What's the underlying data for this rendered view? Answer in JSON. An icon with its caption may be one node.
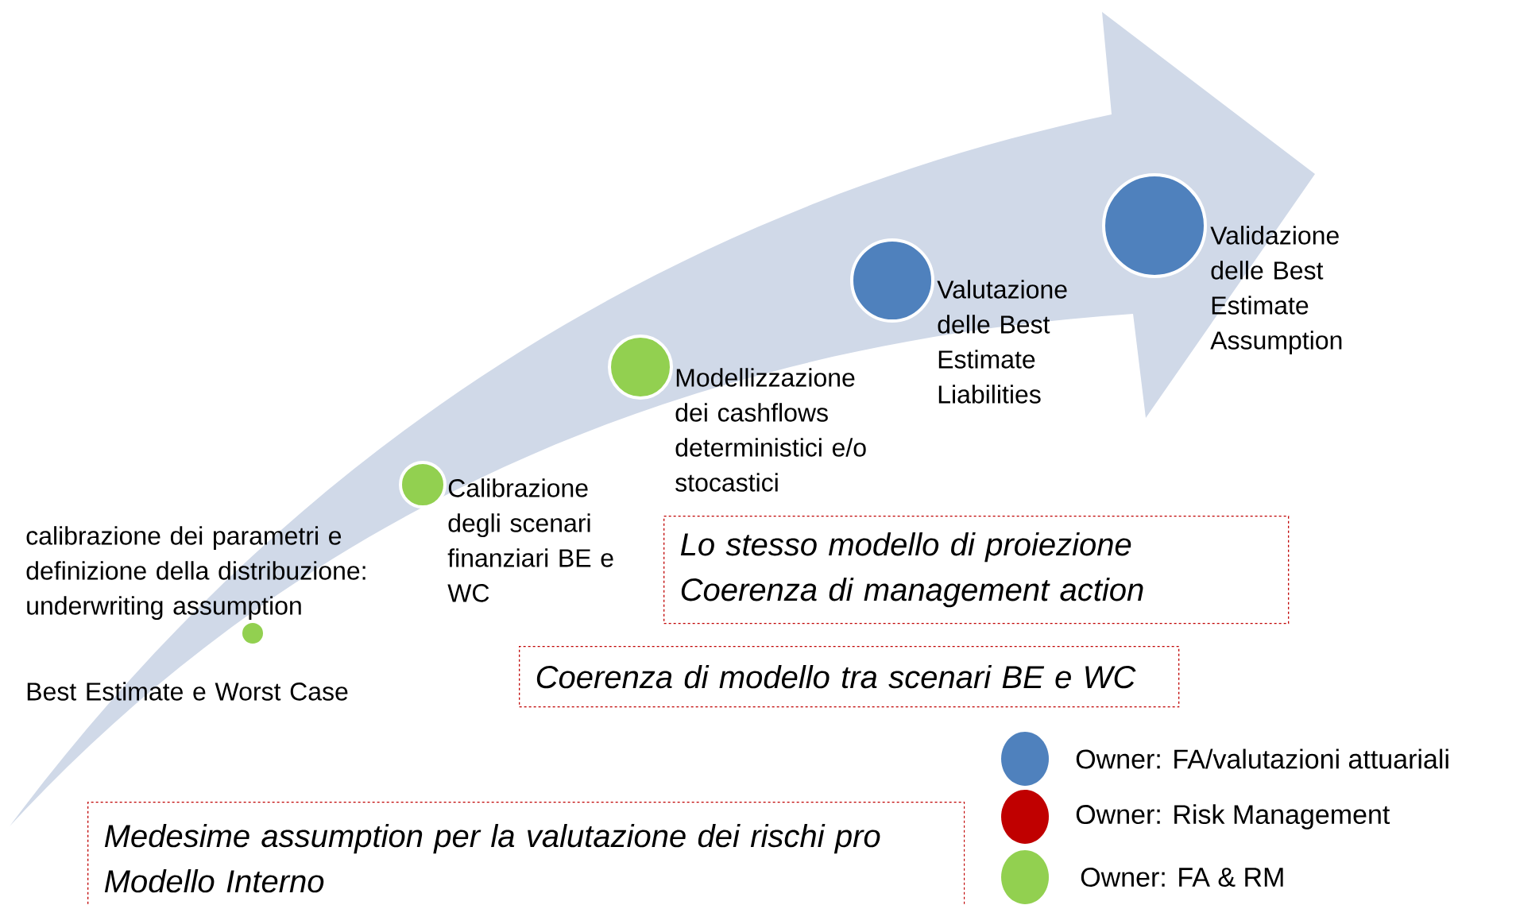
{
  "diagram": {
    "nodes": [
      {
        "text": [],
        "shape": "circle",
        "beside": [
          "calibrazione dei parametri e definizione della distribuzione: underwriting assumption",
          "Best Estimate e Worst Case"
        ]
      },
      {
        "text": [],
        "shape": "circle",
        "beside": [
          "Calibrazione degli scenari finanziari BE e WC"
        ]
      },
      {
        "text": [],
        "shape": "circle",
        "beside": [
          "Modellizzazione dei cashflows deterministici e/o stocastici"
        ]
      },
      {
        "text": [],
        "shape": "circle",
        "beside": [
          "Valutazione delle Best Estimate Liabilities"
        ]
      },
      {
        "text": [],
        "shape": "circle",
        "beside": [
          "Validazione delle Best Estimate Assumption"
        ]
      },
      {
        "text": [
          "Lo stesso modello di proiezione",
          "Coerenza di management action"
        ]
      },
      {
        "text": [
          "Coerenza di modello tra scenari BE e WC"
        ]
      },
      {
        "text": [
          "Medesime assumption per la valutazione dei rischi pro Modello Interno"
        ]
      }
    ],
    "legend": [
      {
        "text": "Owner: FA/valutazioni attuariali",
        "color": "#4f81bd"
      },
      {
        "text": "Owner: Risk Management",
        "color": "#c00000"
      },
      {
        "text": "Owner: FA & RM",
        "color": "#92d050"
      }
    ]
  }
}
